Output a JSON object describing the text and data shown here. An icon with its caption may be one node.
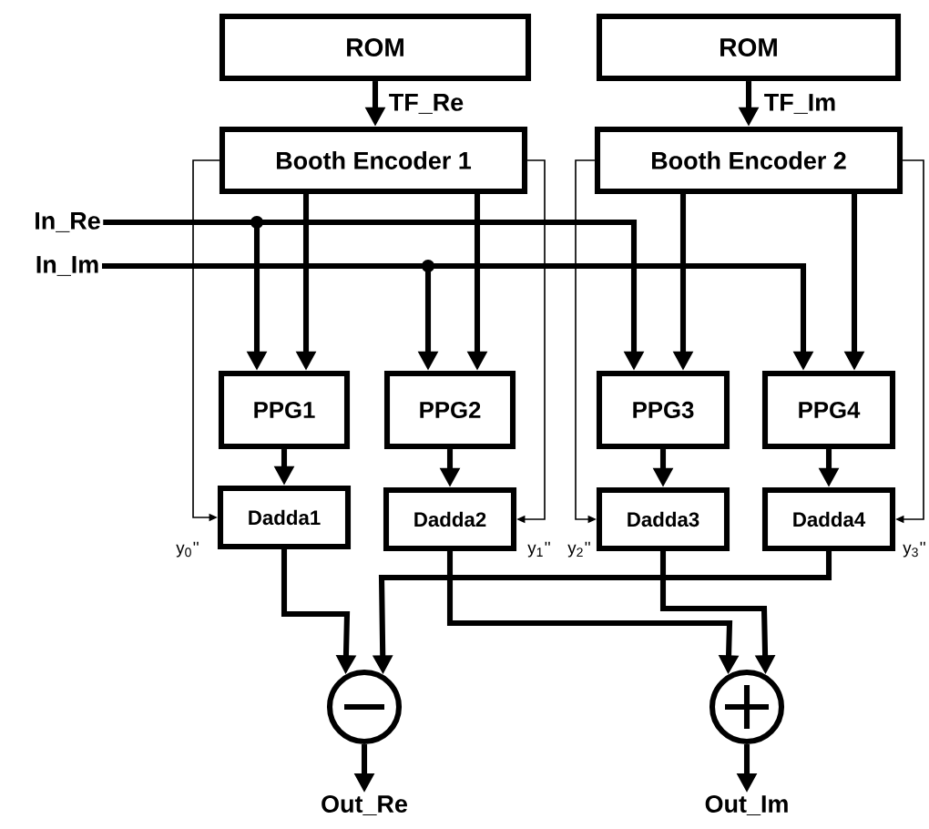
{
  "diagram": {
    "nodes": [
      {
        "text": [
          "ROM"
        ]
      },
      {
        "text": [
          "ROM"
        ]
      },
      {
        "text": [
          "Booth Encoder 1"
        ]
      },
      {
        "text": [
          "Booth Encoder 2"
        ]
      },
      {
        "text": [
          "In_Re"
        ]
      },
      {
        "text": [
          "In_Im"
        ]
      },
      {
        "text": [
          "PPG1"
        ]
      },
      {
        "text": [
          "PPG2"
        ]
      },
      {
        "text": [
          "PPG3"
        ]
      },
      {
        "text": [
          "PPG4"
        ]
      },
      {
        "text": [
          "Dadda1"
        ]
      },
      {
        "text": [
          "Dadda2"
        ]
      },
      {
        "text": [
          "Dadda3"
        ]
      },
      {
        "text": [
          "Dadda4"
        ]
      },
      {
        "text": [],
        "shape": "circle"
      },
      {
        "text": [],
        "shape": "circle"
      },
      {
        "text": [
          "Out_Re"
        ]
      },
      {
        "text": [
          "Out_Im"
        ]
      }
    ],
    "edges": [
      {
        "from": 0,
        "to": 2,
        "arrow": "to",
        "label": "TF_Re"
      },
      {
        "from": 1,
        "to": 3,
        "arrow": "to",
        "label": "TF_Im"
      },
      {
        "from": 4,
        "to": 6,
        "arrow": "to"
      },
      {
        "from": 4,
        "to": 8,
        "arrow": "to"
      },
      {
        "from": 5,
        "to": 7,
        "arrow": "to"
      },
      {
        "from": 5,
        "to": 9,
        "arrow": "to"
      },
      {
        "from": 2,
        "to": 6,
        "arrow": "to"
      },
      {
        "from": 2,
        "to": 7,
        "arrow": "to"
      },
      {
        "from": 3,
        "to": 8,
        "arrow": "to"
      },
      {
        "from": 3,
        "to": 9,
        "arrow": "to"
      },
      {
        "from": 6,
        "to": 10,
        "arrow": "to"
      },
      {
        "from": 7,
        "to": 11,
        "arrow": "to"
      },
      {
        "from": 8,
        "to": 12,
        "arrow": "to"
      },
      {
        "from": 9,
        "to": 13,
        "arrow": "to"
      },
      {
        "from": 2,
        "to": 10,
        "arrow": "to",
        "label": "y$_{0}$''"
      },
      {
        "from": 2,
        "to": 11,
        "arrow": "to",
        "label": "y$_{1}$''"
      },
      {
        "from": 3,
        "to": 12,
        "arrow": "to",
        "label": "y$_{2}$''"
      },
      {
        "from": 3,
        "to": 13,
        "arrow": "to",
        "label": "y$_{3}$''"
      },
      {
        "from": 10,
        "to": 14,
        "arrow": "to"
      },
      {
        "from": 13,
        "to": 14,
        "arrow": "to"
      },
      {
        "from": 11,
        "to": 15,
        "arrow": "to"
      },
      {
        "from": 12,
        "to": 15,
        "arrow": "to"
      },
      {
        "from": 14,
        "to": 16,
        "arrow": "to"
      },
      {
        "from": 15,
        "to": 17,
        "arrow": "to"
      }
    ]
  }
}
